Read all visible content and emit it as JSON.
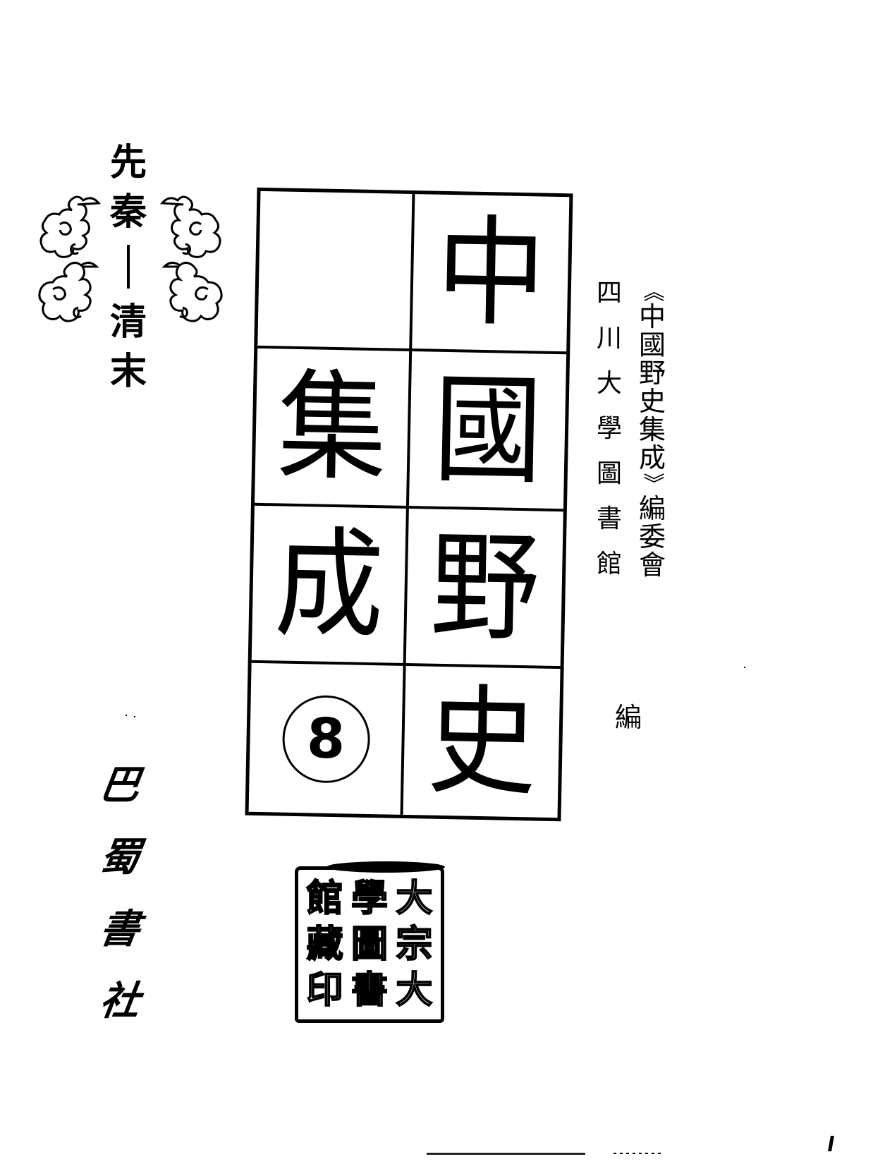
{
  "page": {
    "type": "book-title-page",
    "background": "#ffffff",
    "ink": "#000000"
  },
  "era_label": {
    "chars": [
      "先",
      "秦",
      "清",
      "末"
    ],
    "full_text": "先秦—清末",
    "separator": "—"
  },
  "ornaments": {
    "left": "cloud-scroll-ornament",
    "right": "cloud-scroll-ornament"
  },
  "title_grid": {
    "right_column": [
      "中",
      "國",
      "野",
      "史"
    ],
    "left_column": [
      "",
      "集",
      "成",
      ""
    ],
    "full_title": "中國野史集成",
    "volume_number": "8",
    "volume_display": "⑧"
  },
  "editors": {
    "committee": {
      "open_bracket": "《",
      "chars": [
        "中",
        "國",
        "野",
        "史",
        "集",
        "成"
      ],
      "close_bracket": "》",
      "suffix_chars": [
        "編",
        "委",
        "會"
      ],
      "full_text": "《中國野史集成》編委會"
    },
    "library": {
      "chars": [
        "四",
        "川",
        "大",
        "學",
        "圖",
        "書",
        "館"
      ],
      "full_text": "四川大學圖書館"
    },
    "role": "編"
  },
  "publisher": {
    "chars": [
      "巴",
      "蜀",
      "書",
      "社"
    ],
    "full_text": "巴蜀書社"
  },
  "seal": {
    "columns_right_to_left": [
      [
        "大",
        "宗",
        "大"
      ],
      [
        "學",
        "圖",
        "書"
      ],
      [
        "館",
        "藏",
        "印"
      ]
    ],
    "full_text": "大宗大學圖書館藏印"
  }
}
